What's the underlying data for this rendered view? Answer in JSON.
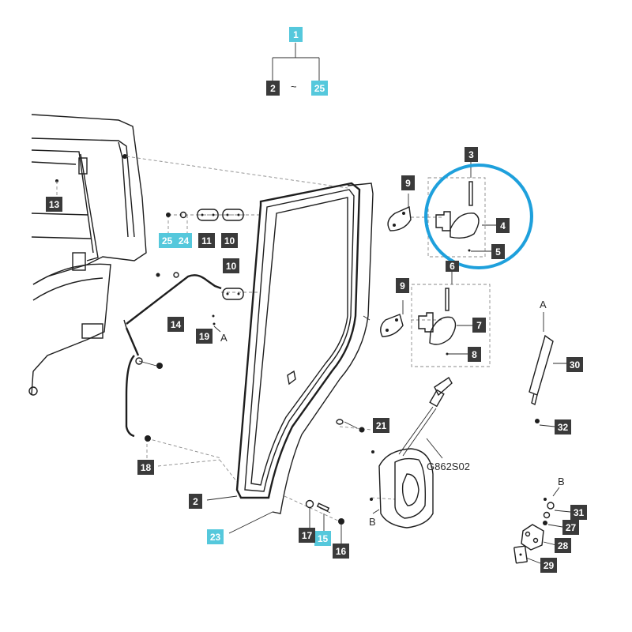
{
  "diagram": {
    "drawing_code": "G862S02",
    "range_separator": "~",
    "point_labels": {
      "a_upper": "A",
      "a_right": "A",
      "b_lower": "B",
      "b_right": "B"
    },
    "callouts": [
      {
        "id": "c-1",
        "text": "1",
        "style": "cyan"
      },
      {
        "id": "c-2a",
        "text": "2",
        "style": "dark"
      },
      {
        "id": "c-25a",
        "text": "25",
        "style": "cyan"
      },
      {
        "id": "c-3",
        "text": "3",
        "style": "dark"
      },
      {
        "id": "c-4",
        "text": "4",
        "style": "dark"
      },
      {
        "id": "c-5",
        "text": "5",
        "style": "dark"
      },
      {
        "id": "c-6",
        "text": "6",
        "style": "dark"
      },
      {
        "id": "c-7",
        "text": "7",
        "style": "dark"
      },
      {
        "id": "c-8",
        "text": "8",
        "style": "dark"
      },
      {
        "id": "c-9a",
        "text": "9",
        "style": "dark"
      },
      {
        "id": "c-9b",
        "text": "9",
        "style": "dark"
      },
      {
        "id": "c-10a",
        "text": "10",
        "style": "dark"
      },
      {
        "id": "c-10b",
        "text": "10",
        "style": "dark"
      },
      {
        "id": "c-11",
        "text": "11",
        "style": "dark"
      },
      {
        "id": "c-13",
        "text": "13",
        "style": "dark"
      },
      {
        "id": "c-14",
        "text": "14",
        "style": "dark"
      },
      {
        "id": "c-15",
        "text": "15",
        "style": "cyan"
      },
      {
        "id": "c-16",
        "text": "16",
        "style": "dark"
      },
      {
        "id": "c-17",
        "text": "17",
        "style": "dark"
      },
      {
        "id": "c-18",
        "text": "18",
        "style": "dark"
      },
      {
        "id": "c-19",
        "text": "19",
        "style": "dark"
      },
      {
        "id": "c-2b",
        "text": "2",
        "style": "dark"
      },
      {
        "id": "c-21",
        "text": "21",
        "style": "dark"
      },
      {
        "id": "c-23",
        "text": "23",
        "style": "cyan"
      },
      {
        "id": "c-24",
        "text": "24",
        "style": "cyan"
      },
      {
        "id": "c-25b",
        "text": "25",
        "style": "cyan"
      },
      {
        "id": "c-27",
        "text": "27",
        "style": "dark"
      },
      {
        "id": "c-28",
        "text": "28",
        "style": "dark"
      },
      {
        "id": "c-29",
        "text": "29",
        "style": "dark"
      },
      {
        "id": "c-30",
        "text": "30",
        "style": "dark"
      },
      {
        "id": "c-31",
        "text": "31",
        "style": "dark"
      },
      {
        "id": "c-32",
        "text": "32",
        "style": "dark"
      }
    ],
    "colors": {
      "callout_dark": "#3a3a3a",
      "callout_cyan": "#55c8dc",
      "highlight_circle": "#1ea0dc",
      "line_art": "#1e1e1e"
    }
  }
}
